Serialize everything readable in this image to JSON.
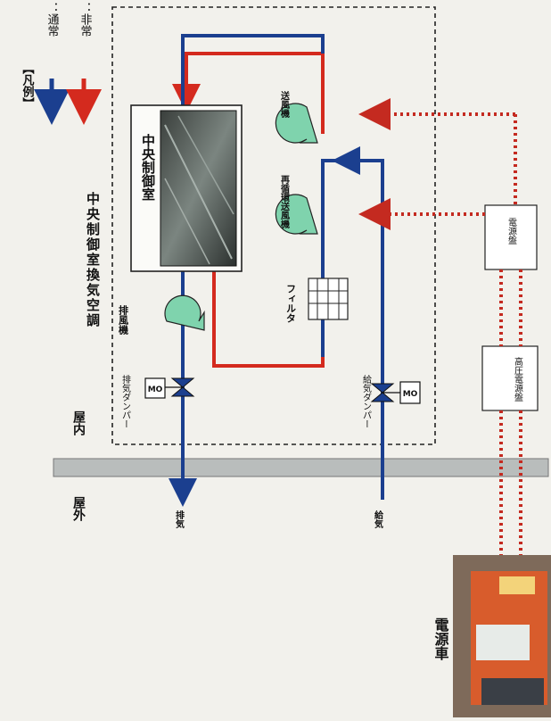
{
  "title": "中央制御室換気空調",
  "central_control_room": "中央制御室",
  "legend": {
    "heading": "【凡例】",
    "normal": "：通常",
    "emergency": "：非常"
  },
  "equipment": {
    "exhaust_fan": "排風機",
    "supply_fan": "送風機",
    "recirc_fan": "再循環送風機",
    "filter": "フィルタ",
    "exhaust_damper": "排気ダンパー",
    "intake_damper": "給気ダンパー",
    "mo": "MO",
    "power_panel": "電源盤",
    "hv_panel": "高圧電源盤",
    "power_vehicle": "電源車"
  },
  "areas": {
    "indoor": "屋内",
    "outdoor": "屋外"
  },
  "flows": {
    "exhaust": "排気",
    "intake": "給気"
  },
  "colors": {
    "normal": "#1b3f8f",
    "emergency": "#d42a1e",
    "fan_fill": "#7fd3ad",
    "power_line": "#c42a20"
  }
}
